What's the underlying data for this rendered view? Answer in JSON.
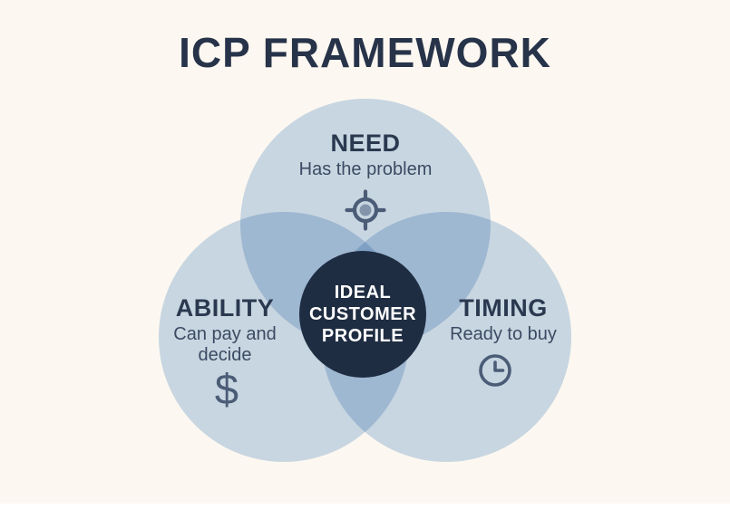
{
  "title": "ICP FRAMEWORK",
  "diagram": {
    "type": "venn",
    "center": {
      "label": "IDEAL CUSTOMER PROFILE",
      "label_lines": [
        "IDEAL",
        "CUSTOMER",
        "PROFILE"
      ]
    },
    "regions": [
      {
        "id": "need",
        "label": "NEED",
        "description": "Has the problem",
        "icon": "target-icon"
      },
      {
        "id": "ability",
        "label": "ABILITY",
        "description": "Can pay and decide",
        "icon": "dollar-icon",
        "icon_glyph": "$"
      },
      {
        "id": "timing",
        "label": "TIMING",
        "description": "Ready to buy",
        "icon": "clock-icon"
      }
    ]
  },
  "palette": {
    "background": "#fcf8f1",
    "circle_fill": "#c9d7e5",
    "circle_overlap": "#a0b9d2",
    "center_circle": "#1f2d42",
    "center_text": "#ffffff",
    "heading_text": "#2b3950",
    "body_text": "#3c4a63",
    "icon_stroke": "#4b5c77",
    "title_text": "#273349"
  }
}
